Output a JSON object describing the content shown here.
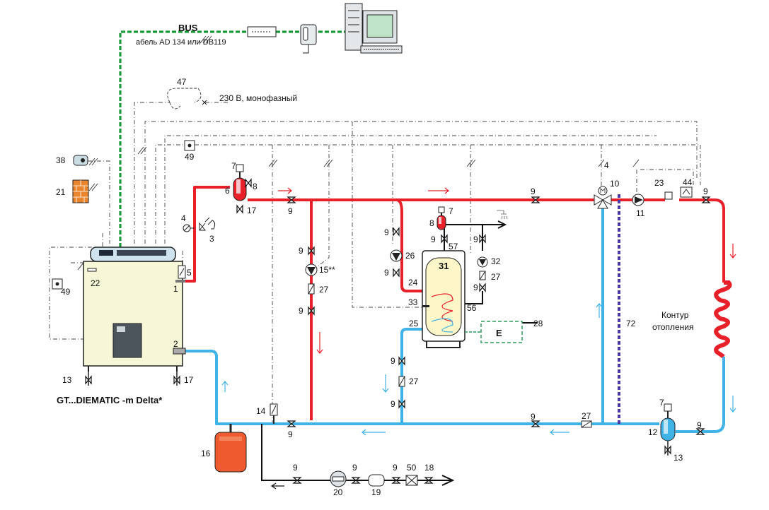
{
  "colors": {
    "hot_pipe": "#e8202a",
    "cold_pipe": "#3fb3e6",
    "bus_line": "#1a9b3a",
    "gas_line": "#111111",
    "tank_fill": "#fdf6c8",
    "expansion_vessel": "#ef5b2e",
    "separator": "#4a3aa8",
    "boiler_body": "#f6f7d6",
    "brick": "#e9852f",
    "electric_box": "#2f9a5a"
  },
  "texts": {
    "bus_title": "BUS",
    "bus_cable": "абель AD 134 или DB119",
    "power": "230 В, монофазный",
    "boiler_name": "GT...DIEMATIC -m Delta*",
    "heating_circuit_line1": "Контур",
    "heating_circuit_line2": "отопления",
    "electric_heater": "E"
  },
  "labels": {
    "l47": "47",
    "l49a": "49",
    "l38": "38",
    "l21": "21",
    "l7a": "7",
    "l8a": "8",
    "l6": "6",
    "l17a": "17",
    "l4": "4",
    "l3": "3",
    "l5": "5",
    "l1": "1",
    "l22": "22",
    "l49b": "49",
    "l2": "2",
    "l13a": "13",
    "l17b": "17",
    "l9a": "9",
    "l9b": "9",
    "l15": "15**",
    "l27a": "27",
    "l9c": "9",
    "l14": "14",
    "l9d": "9",
    "l16": "16",
    "l9e": "9",
    "l26": "26",
    "l9f": "9",
    "l24": "24",
    "l7b": "7",
    "l8b": "8",
    "l9g": "9",
    "l57": "57",
    "l31": "31",
    "l9h": "9",
    "l32": "32",
    "l27b": "27",
    "l9i": "9",
    "l33": "33",
    "l56": "56",
    "l25": "25",
    "l28": "28",
    "l9j": "9",
    "l27c": "27",
    "l9k": "9",
    "l9l": "9",
    "l10": "10",
    "l4b": "4",
    "l23": "23",
    "l44": "44",
    "l9m": "9",
    "l11": "11",
    "l72": "72",
    "l9n": "9",
    "l27d": "27",
    "l7c": "7",
    "l12": "12",
    "l13b": "13",
    "l9o": "9",
    "l9p": "9",
    "l20": "20",
    "l9q": "9",
    "l19": "19",
    "l9r": "9",
    "l50": "50",
    "l18": "18"
  }
}
